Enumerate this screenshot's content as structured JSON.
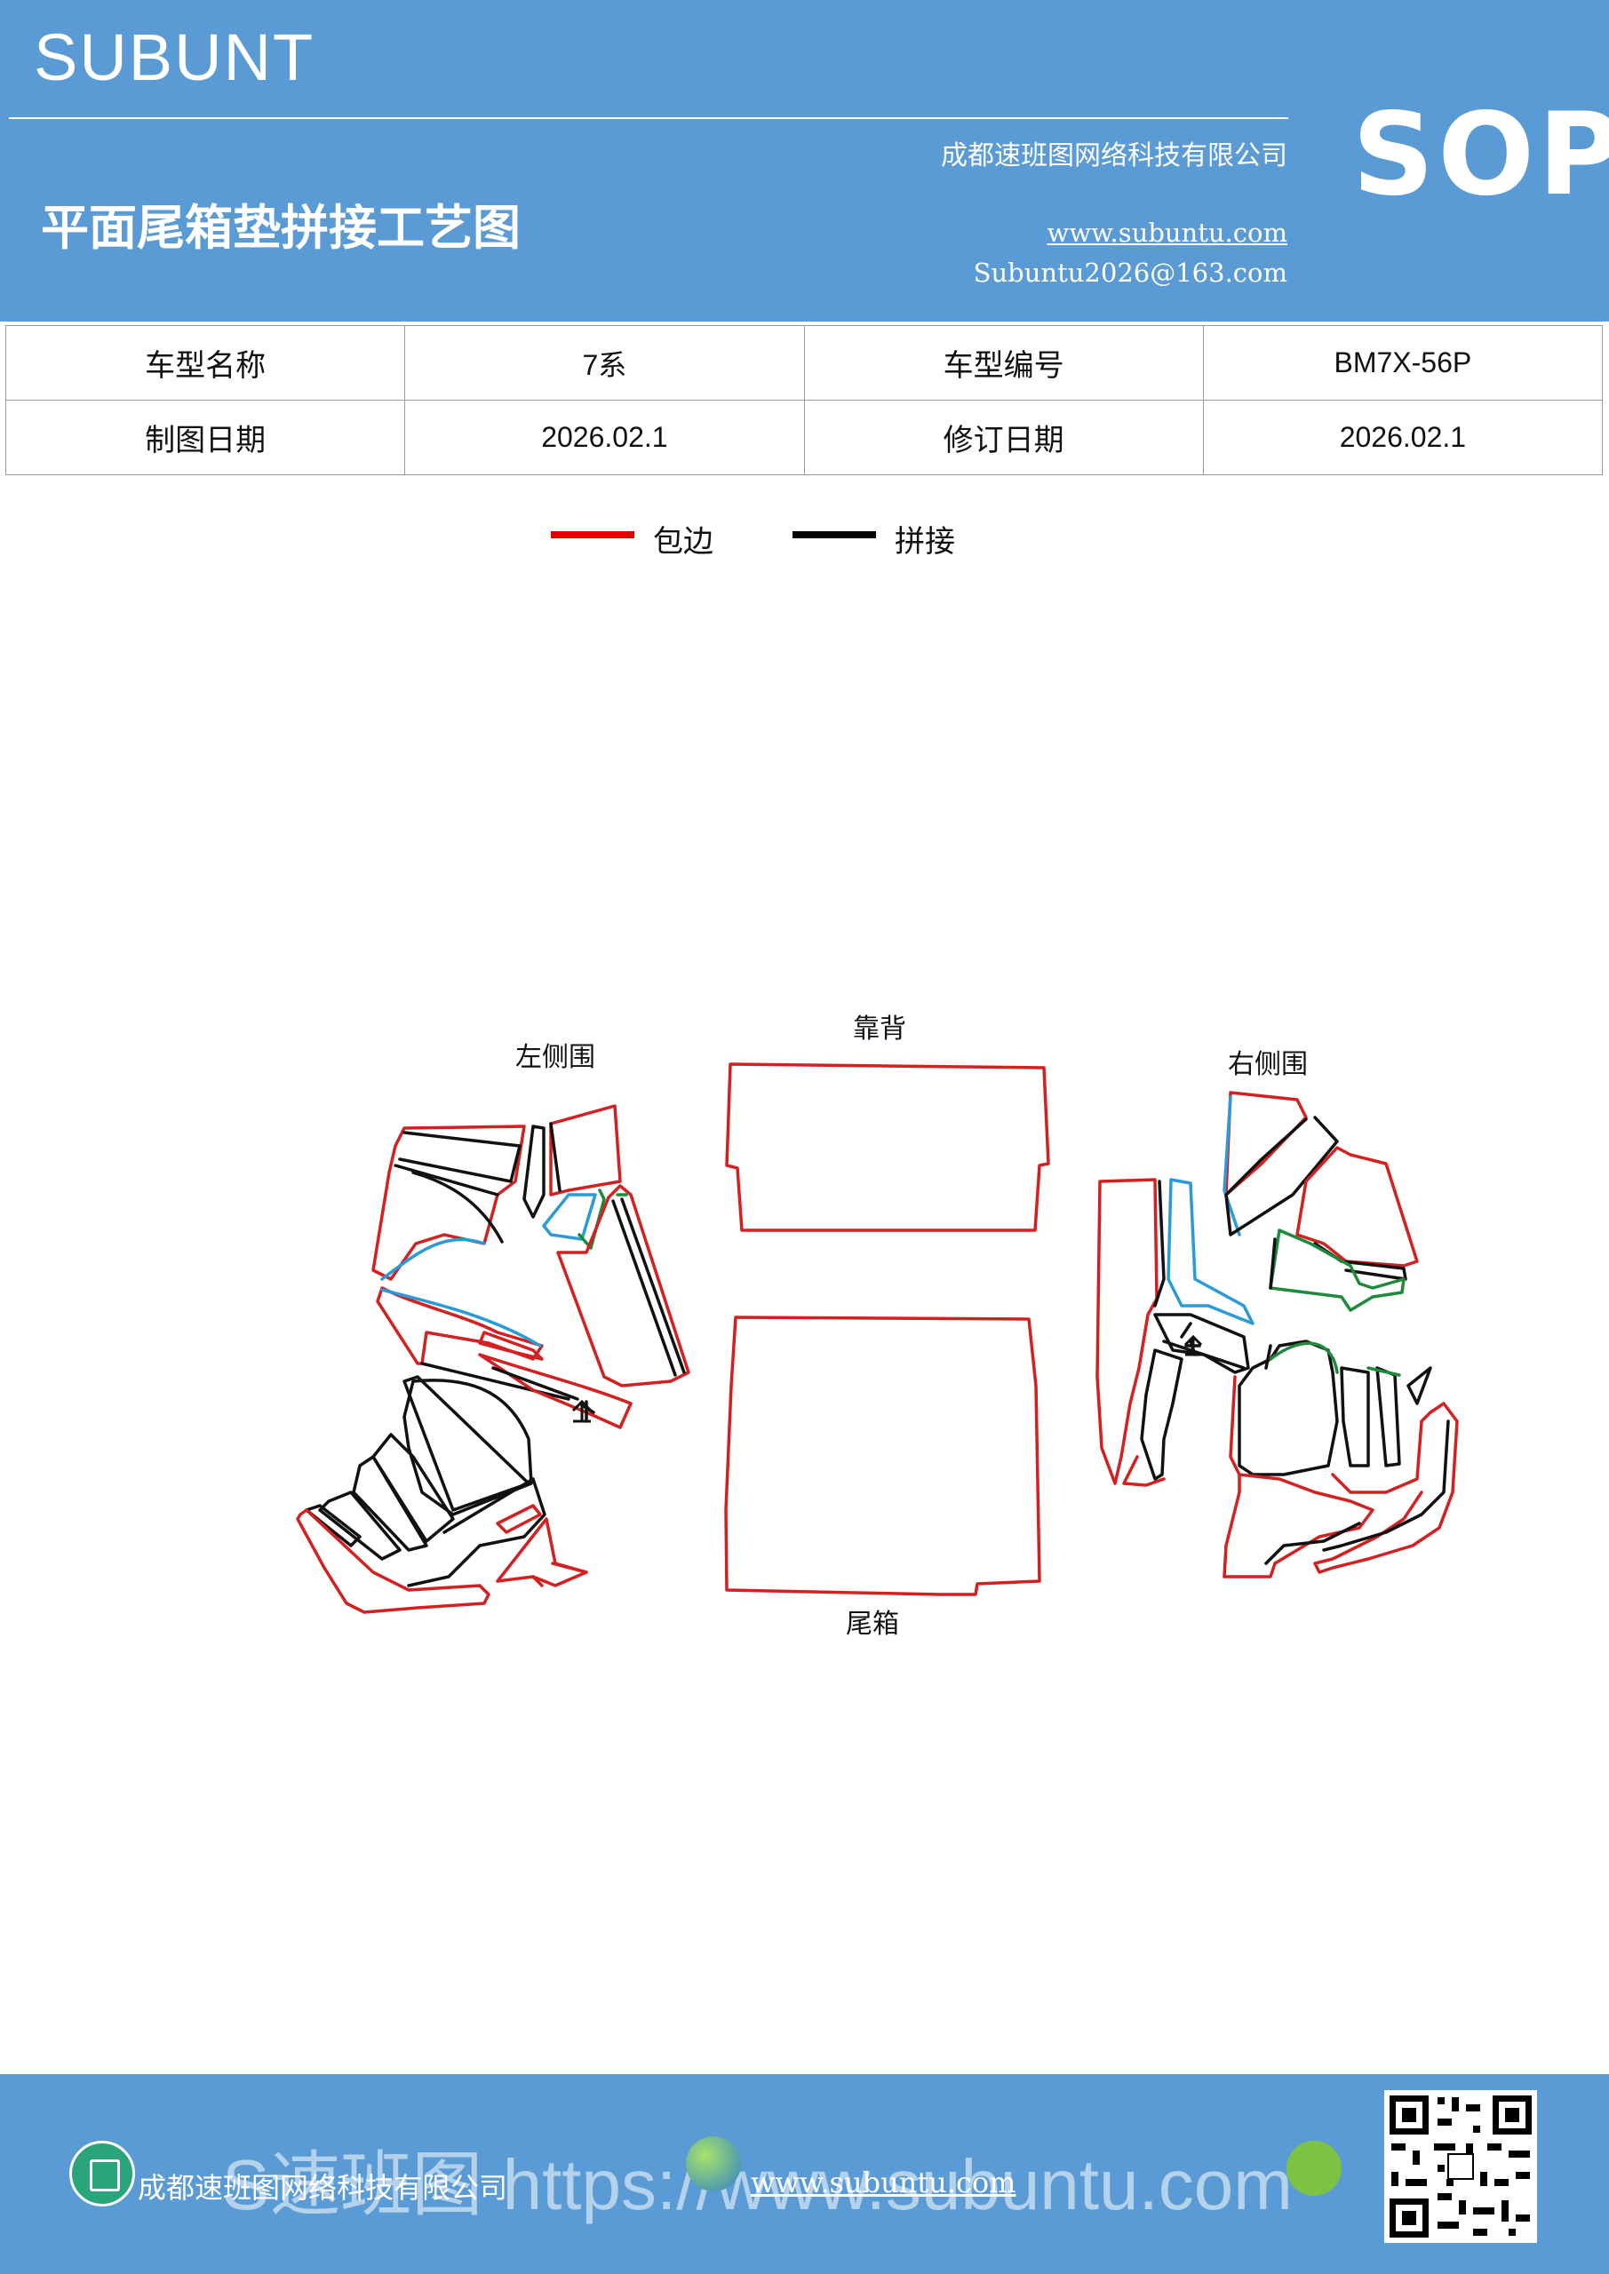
{
  "header": {
    "brand": "SUBUNT",
    "title": "平面尾箱垫拼接工艺图",
    "company": "成都速班图网络科技有限公司",
    "website": "www.subuntu.com",
    "email": "Subuntu2026@163.com",
    "badge": "SOP",
    "background_color": "#5b9bd5"
  },
  "info_table": [
    [
      {
        "label": "车型名称"
      },
      {
        "value": "7系"
      },
      {
        "label": "车型编号"
      },
      {
        "value": "BM7X-56P"
      }
    ],
    [
      {
        "label": "制图日期"
      },
      {
        "value": "2026.02.1"
      },
      {
        "label": "修订日期"
      },
      {
        "value": "2026.02.1"
      }
    ]
  ],
  "legend": [
    {
      "label": "包边",
      "color": "#e00000"
    },
    {
      "label": "拼接",
      "color": "#000000"
    }
  ],
  "diagram": {
    "labels": {
      "left_side": "左侧围",
      "back": "靠背",
      "right_side": "右侧围",
      "trunk": "尾箱"
    },
    "colors": {
      "edge": "#d42020",
      "seam": "#111111",
      "blue": "#2a9bd8",
      "green": "#1e8a3c"
    },
    "icons": [
      "arrow-up-icon",
      "arrow-up-icon"
    ]
  },
  "footer": {
    "company": "成都速班图网络科技有限公司",
    "website": "www.subuntu.com",
    "watermark": "S速班图 https://www.subuntu.com",
    "icons": [
      "company-icon",
      "globe-icon",
      "wechat-icon",
      "qr-code"
    ]
  }
}
